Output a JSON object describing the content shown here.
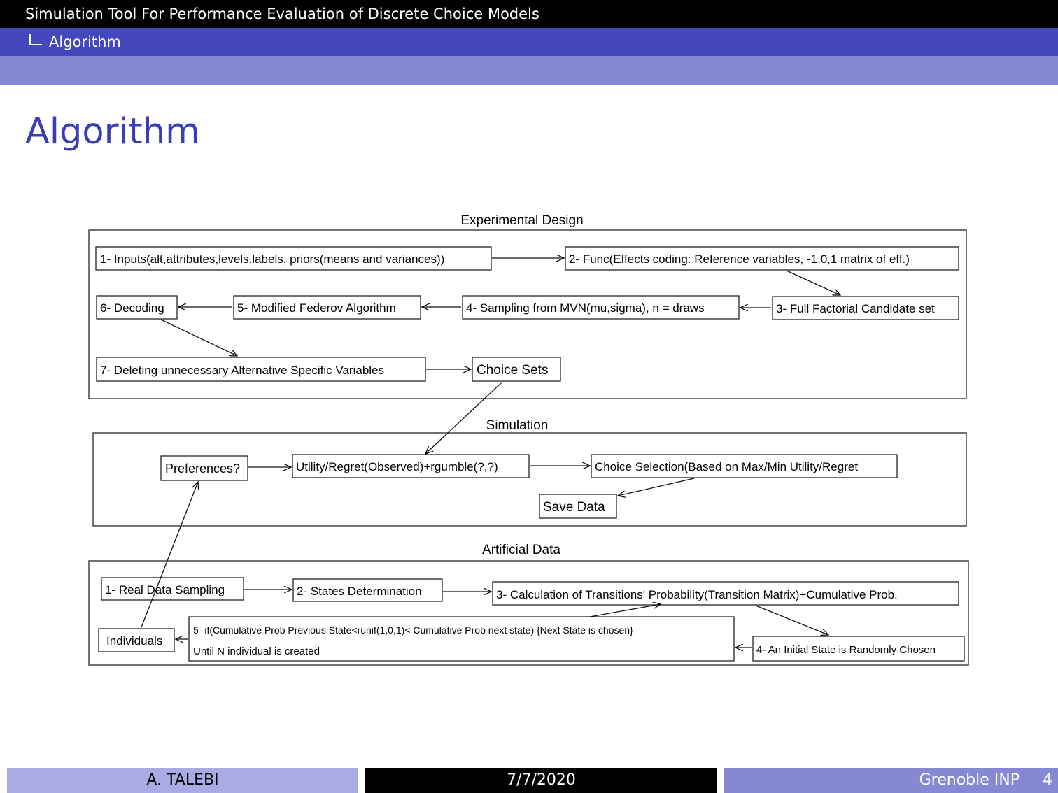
{
  "header": {
    "presentation_title": "Simulation Tool For Performance Evaluation of Discrete Choice Models",
    "section": "Algorithm"
  },
  "slide": {
    "title": "Algorithm"
  },
  "diagram": {
    "experimental_design": {
      "label": "Experimental Design",
      "nodes": {
        "inputs": "1- Inputs(alt,attributes,levels,labels, priors(means and variances))",
        "func": "2- Func(Effects coding: Reference variables, -1,0,1 matrix of eff.)",
        "full_factorial": "3- Full Factorial Candidate set",
        "sampling_mvn": "4- Sampling from MVN(mu,sigma), n = draws",
        "federov": "5- Modified Federov Algorithm",
        "decoding": "6- Decoding",
        "deleting": "7- Deleting unnecessary Alternative Specific Variables",
        "choice_sets": "Choice Sets"
      }
    },
    "simulation": {
      "label": "Simulation",
      "nodes": {
        "preferences": "Preferences?",
        "utility": "Utility/Regret(Observed)+rgumble(?,?)",
        "choice_selection": "Choice Selection(Based on Max/Min Utility/Regret",
        "save_data": "Save Data"
      }
    },
    "artificial_data": {
      "label": "Artificial Data",
      "nodes": {
        "real_data": "1- Real Data Sampling",
        "states": "2- States Determination",
        "transitions": "3- Calculation of Transitions' Probability(Transition Matrix)+Cumulative Prob.",
        "initial_state": "4- An Initial State is Randomly Chosen",
        "loop_line1": "5- if(Cumulative Prob Previous State<runif(1,0,1)< Cumulative Prob next state) {Next State is chosen}",
        "loop_line2": "Until N individual is created",
        "individuals": "Individuals"
      }
    }
  },
  "footer": {
    "author": "A. TALEBI",
    "date": "7/7/2020",
    "institution": "Grenoble INP",
    "page": "4"
  },
  "colors": {
    "header_black": "#000000",
    "header_blue": "#4448bc",
    "header_light": "#8688d3",
    "title_blue": "#3a3db4",
    "footer_left": "#a9abe4"
  }
}
